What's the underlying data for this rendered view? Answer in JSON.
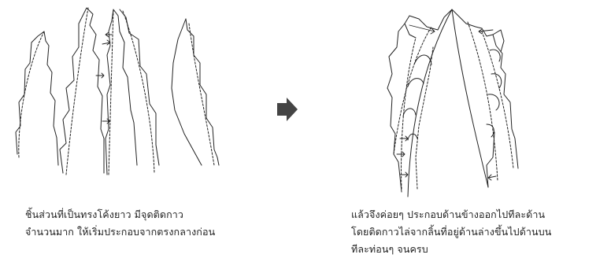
{
  "colors": {
    "line": "#222222",
    "arrow": "#444444",
    "background": "#ffffff"
  },
  "icons": {
    "flow_arrow": "right-arrow-icon"
  },
  "left_caption": [
    "ชิ้นส่วนที่เป็นทรงโค้งยาว  มีจุดติดกาว",
    "จำนวนมาก  ให้เริ่มประกอบจากตรงกลางก่อน"
  ],
  "right_caption": [
    "แล้วจึงค่อยๆ  ประกอบด้านข้างออกไปทีละด้าน",
    "โดยติดกาวไล่จากลิ้นที่อยู่ด้านล่างขึ้นไปด้านบน",
    "ทีละท่อนๆ  จนครบ"
  ]
}
